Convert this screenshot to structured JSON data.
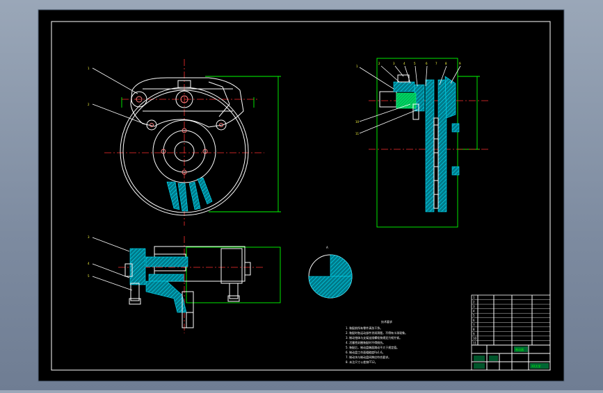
{
  "notes": {
    "title": "技术要求",
    "lines": [
      "1. 装配前所有零件清洗干净。",
      "2. 装配时各运动部件涂润滑脂，不得有卡滞现象。",
      "3. 制动钳体与支架连接螺栓按规定力矩拧紧。",
      "4. 活塞密封圈装配时不得损伤。",
      "5. 装配后，制动盘端面跳动不大于规定值。",
      "6. 制动盘工作面粗糙度Ra1.6。",
      "7. 制动块与制动盘间隙应符合要求。",
      "8. 未注尺寸公差按IT12。"
    ]
  },
  "title_block": {
    "drawing_name": "制动器",
    "company": "XX大学",
    "rows": [
      "1",
      "2",
      "3",
      "4",
      "5",
      "6",
      "7",
      "8",
      "9",
      "10",
      "11"
    ]
  },
  "callouts": {
    "front_view": [
      "1",
      "2"
    ],
    "side_view": [
      "1",
      "2",
      "3",
      "4",
      "5",
      "6",
      "7",
      "8",
      "9",
      "10",
      "11"
    ],
    "top_view": [
      "3",
      "4",
      "5"
    ],
    "section": "A"
  },
  "colors": {
    "paper": "#000000",
    "outline": "#ffffff",
    "dimension": "#00ff00",
    "centerline": "#ff3030",
    "hatch": "#00e5ff",
    "label": "#ffff40"
  }
}
